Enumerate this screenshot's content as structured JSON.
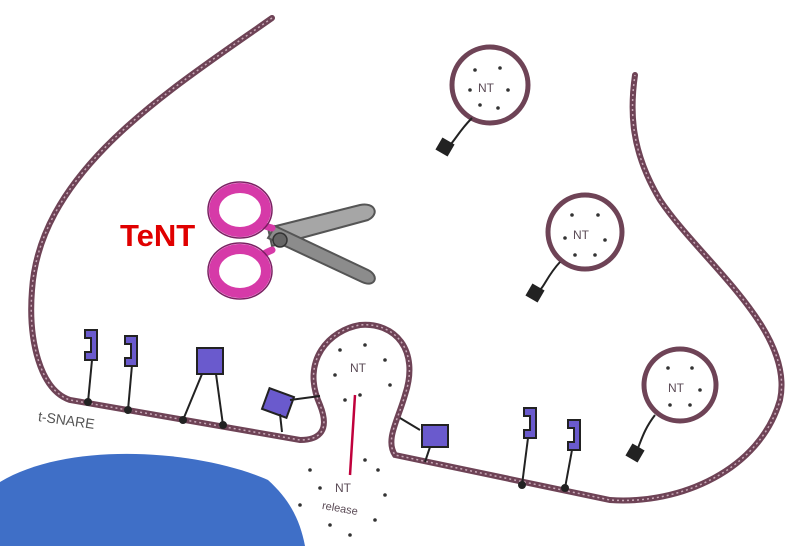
{
  "labels": {
    "toxin": "TeNT",
    "t_snare": "t-SNARE",
    "vesicle_content": "NT",
    "release_nt": "NT",
    "release_word": "release"
  },
  "colors": {
    "toxin_label": "#e00000",
    "membrane": "#7a4a5e",
    "snare_protein": "#6a5acd",
    "scissors_handle": "#d63aa8",
    "scissors_blade": "#9a9a9a",
    "cleavage_line": "#c0003c",
    "corner_shape": "#3f6fc7"
  },
  "icons": [
    "scissors-icon"
  ]
}
